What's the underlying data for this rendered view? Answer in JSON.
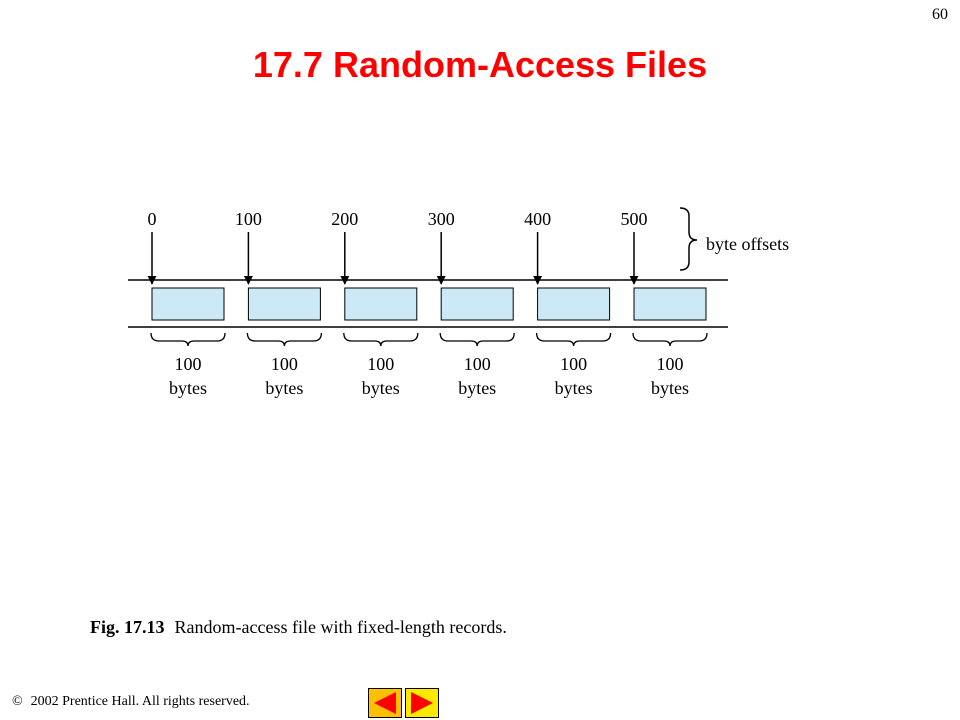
{
  "slide": {
    "page_number": "60",
    "title": "17.7  Random-Access Files"
  },
  "diagram": {
    "offsets": [
      "0",
      "100",
      "200",
      "300",
      "400",
      "500"
    ],
    "offsets_label": "byte offsets",
    "records": [
      {
        "size": "100",
        "unit": "bytes"
      },
      {
        "size": "100",
        "unit": "bytes"
      },
      {
        "size": "100",
        "unit": "bytes"
      },
      {
        "size": "100",
        "unit": "bytes"
      },
      {
        "size": "100",
        "unit": "bytes"
      },
      {
        "size": "100",
        "unit": "bytes"
      }
    ],
    "record_fill": "#cce9f8",
    "record_stroke": "#000000"
  },
  "caption": {
    "figure": "Fig. 17.13",
    "text": "Random-access file with fixed-length records."
  },
  "footer": {
    "copyright_symbol": "©",
    "copyright_text": "2002 Prentice Hall.  All rights reserved."
  },
  "nav": {
    "prev_icon": "left-arrow-icon",
    "next_icon": "right-arrow-icon",
    "accent": "#ff0000"
  }
}
